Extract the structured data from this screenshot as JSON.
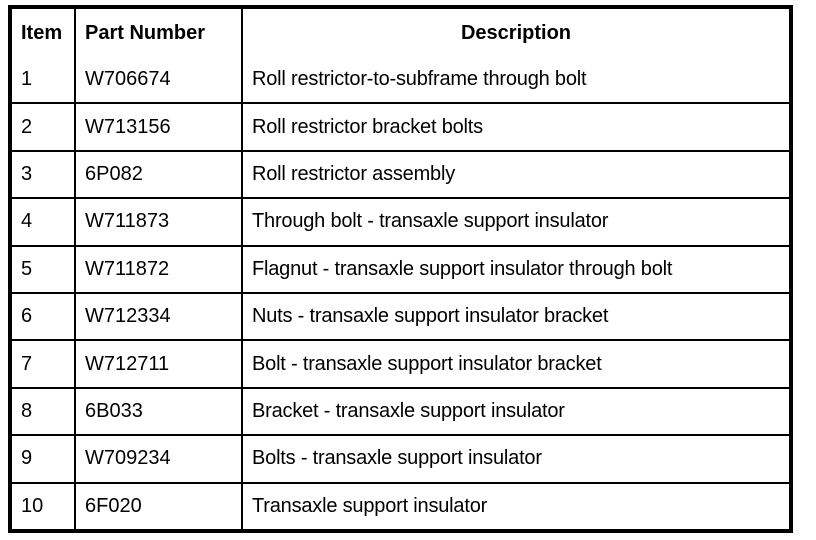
{
  "table": {
    "columns": [
      {
        "key": "item",
        "label": "Item",
        "align": "left"
      },
      {
        "key": "part_number",
        "label": "Part Number",
        "align": "left"
      },
      {
        "key": "description",
        "label": "Description",
        "align": "center"
      }
    ],
    "rows": [
      {
        "item": "1",
        "part_number": "W706674",
        "description": "Roll restrictor-to-subframe through bolt"
      },
      {
        "item": "2",
        "part_number": "W713156",
        "description": "Roll restrictor bracket bolts"
      },
      {
        "item": "3",
        "part_number": "6P082",
        "description": "Roll restrictor assembly"
      },
      {
        "item": "4",
        "part_number": "W711873",
        "description": "Through bolt - transaxle support insulator"
      },
      {
        "item": "5",
        "part_number": "W711872",
        "description": "Flagnut - transaxle support insulator through bolt"
      },
      {
        "item": "6",
        "part_number": "W712334",
        "description": "Nuts - transaxle support insulator bracket"
      },
      {
        "item": "7",
        "part_number": "W712711",
        "description": "Bolt - transaxle support insulator bracket"
      },
      {
        "item": "8",
        "part_number": "6B033",
        "description": "Bracket - transaxle support insulator"
      },
      {
        "item": "9",
        "part_number": "W709234",
        "description": "Bolts - transaxle support insulator"
      },
      {
        "item": "10",
        "part_number": "6F020",
        "description": "Transaxle support insulator"
      }
    ]
  },
  "colors": {
    "border": "#000000",
    "background": "#ffffff",
    "text": "#000000"
  }
}
